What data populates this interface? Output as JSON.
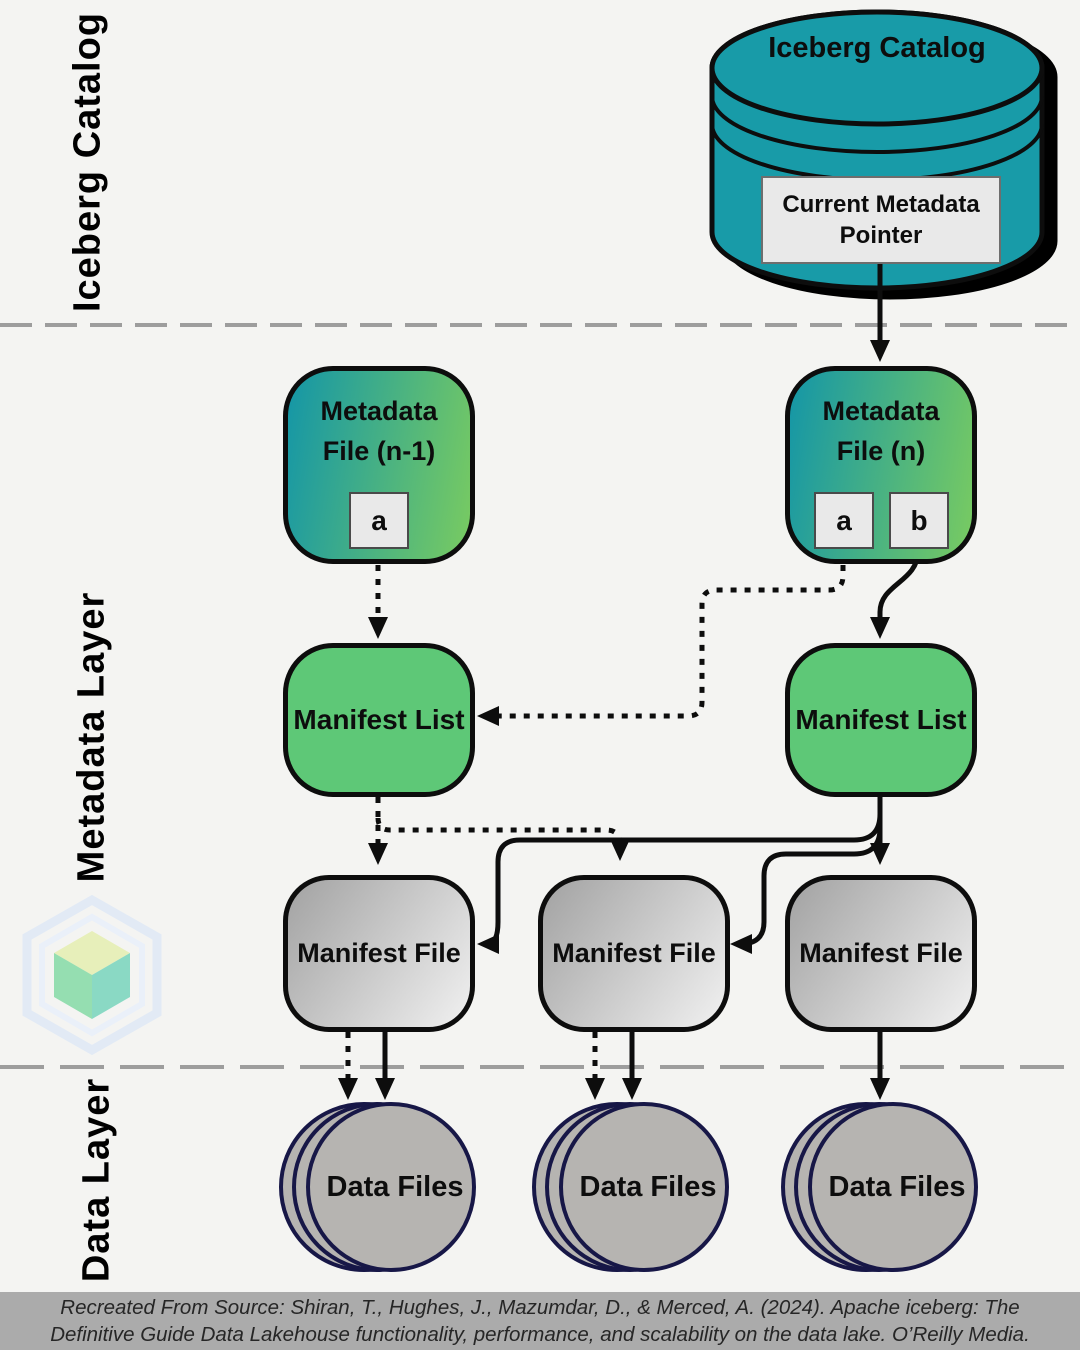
{
  "colors": {
    "background": "#f4f4f2",
    "cylinder_teal": "#189ba8",
    "metadata_file_gradient_start": "#1496a7",
    "metadata_file_gradient_end": "#79cb61",
    "manifest_list_green": "#5ec877",
    "manifest_file_gradient_start": "#a2a2a2",
    "manifest_file_gradient_end": "#f1f1f1",
    "data_file_fill": "#b6b4b1",
    "data_file_stroke": "#171747",
    "divider_gray": "#9d9d9d",
    "footer_bg": "#ababab"
  },
  "layer_labels": {
    "catalog": "Iceberg Catalog",
    "metadata": "Metadata Layer",
    "data": "Data Layer"
  },
  "catalog": {
    "title": "Iceberg Catalog",
    "pointer": "Current Metadata Pointer"
  },
  "metadata_files": [
    {
      "line1": "Metadata",
      "line2": "File (n-1)",
      "snapshots": [
        "a"
      ]
    },
    {
      "line1": "Metadata",
      "line2": "File (n)",
      "snapshots": [
        "a",
        "b"
      ]
    }
  ],
  "manifest_lists": [
    {
      "label": "Manifest List"
    },
    {
      "label": "Manifest List"
    }
  ],
  "manifest_files": [
    {
      "label": "Manifest File"
    },
    {
      "label": "Manifest File"
    },
    {
      "label": "Manifest File"
    }
  ],
  "data_files": [
    {
      "label": "Data Files"
    },
    {
      "label": "Data Files"
    },
    {
      "label": "Data Files"
    }
  ],
  "icons": {
    "watermark": "iceberg-cube-logo"
  },
  "footer": {
    "line1": "Recreated From Source: Shiran, T., Hughes, J., Mazumdar, D., & Merced, A. (2024). Apache iceberg: The",
    "line2": "Definitive Guide Data Lakehouse functionality, performance, and scalability on the data lake. O’Reilly Media."
  }
}
